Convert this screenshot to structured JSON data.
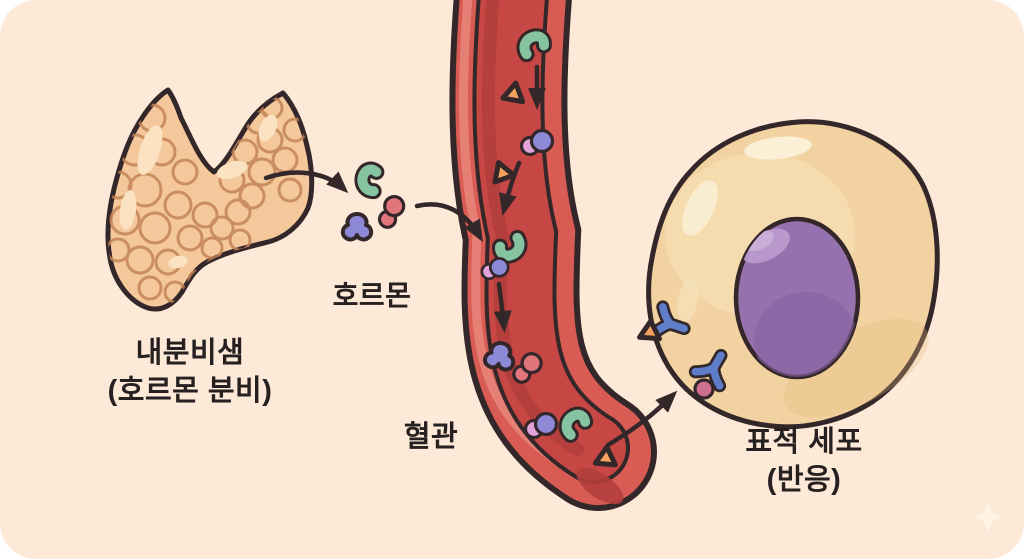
{
  "labels": {
    "gland_line1": "내분비샘",
    "gland_line2": "(호르몬 분비)",
    "hormone": "호르몬",
    "vessel": "혈관",
    "target_line1": "표적 세포",
    "target_line2": "(반응)"
  },
  "icons": {
    "sparkle": "four-pointed-star",
    "molecule_shapes": [
      "green-bean",
      "orange-triangle",
      "purple-pink-double-circle",
      "red-peanut",
      "blue-clover",
      "rose-circle"
    ],
    "receptor": "y-shaped-receptor"
  },
  "palette": {
    "bg-card": "#fce9d8",
    "ink": "#262020",
    "outline": "#34272a",
    "gland-fill": "#f4c89b",
    "gland-line": "#c28457",
    "gland-hi": "#fbe2c2",
    "vessel-wall": "#d85c53",
    "vessel-wall-hi": "#e8837a",
    "vessel-lumen": "#c64743",
    "vessel-lumen-dk": "#b23e3c",
    "cell-fill": "#f2d2a0",
    "cell-hi": "#f7e2ba",
    "cell-hi2": "#fbf0d6",
    "nucleus": "#9572ae",
    "nucleus-hi": "#b998cb",
    "nucleus-dk": "#8763a2",
    "receptor-blue": "#5f7ec9",
    "mol-green": "#85c3a1",
    "mol-orange": "#f3a35d",
    "mol-purple": "#8d89d6",
    "mol-pink": "#e2a3d8",
    "mol-red": "#e0767c",
    "mol-rose": "#cf6f8e",
    "sparkle": "#fff3e4"
  }
}
